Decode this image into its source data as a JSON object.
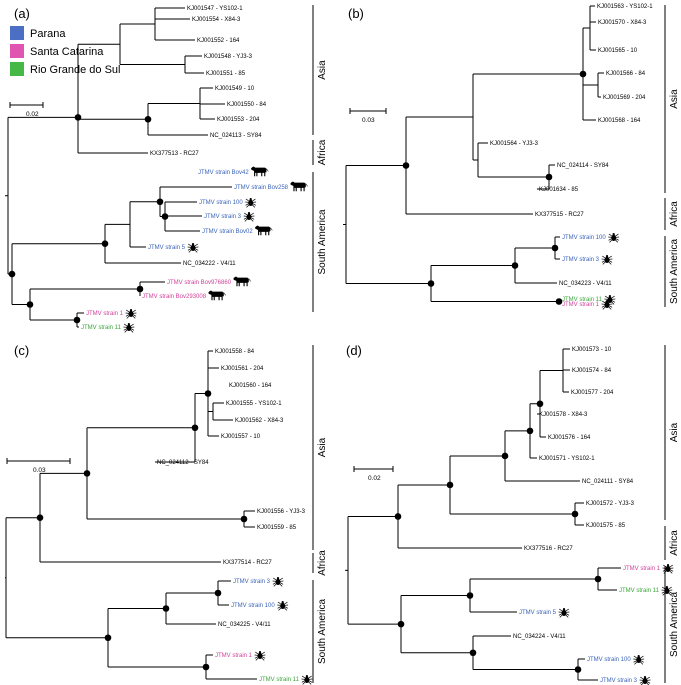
{
  "colors": {
    "parana": "#3a63b8",
    "santa_catarina": "#d0419a",
    "rio_grande": "#3aa53a",
    "black": "#000000"
  },
  "legend": [
    {
      "label": "Parana",
      "color": "#4b6fc4"
    },
    {
      "label": "Santa Catarina",
      "color": "#e055b0"
    },
    {
      "label": "Rio Grande do Sul",
      "color": "#45b845"
    }
  ],
  "panels": [
    {
      "label": "(a)",
      "scale": "0.02",
      "regions": [
        "Asia",
        "Africa",
        "South America"
      ],
      "tips": [
        {
          "text": "KJ001547 - YS102-1",
          "color": "black",
          "icon": ""
        },
        {
          "text": "KJ001554 - X84-3",
          "color": "black",
          "icon": ""
        },
        {
          "text": "KJ001552 - 164",
          "color": "black",
          "icon": ""
        },
        {
          "text": "KJ001548 - YJ3-3",
          "color": "black",
          "icon": ""
        },
        {
          "text": "KJ001551 - 85",
          "color": "black",
          "icon": ""
        },
        {
          "text": "KJ001549 - 10",
          "color": "black",
          "icon": ""
        },
        {
          "text": "KJ001550 - 84",
          "color": "black",
          "icon": ""
        },
        {
          "text": "KJ001553 - 204",
          "color": "black",
          "icon": ""
        },
        {
          "text": "NC_024113 - SY84",
          "color": "black",
          "icon": ""
        },
        {
          "text": "KX377513 - RC27",
          "color": "black",
          "icon": ""
        },
        {
          "text": "JTMV strain Bov42",
          "color": "parana",
          "icon": "cow-icon"
        },
        {
          "text": "JTMV strain Bov258",
          "color": "parana",
          "icon": "cow-icon"
        },
        {
          "text": "JTMV strain 100",
          "color": "parana",
          "icon": "tick-icon"
        },
        {
          "text": "JTMV strain 3",
          "color": "parana",
          "icon": "tick-icon"
        },
        {
          "text": "JTMV strain Bov02",
          "color": "parana",
          "icon": "cow-icon"
        },
        {
          "text": "JTMV strain 5",
          "color": "parana",
          "icon": "tick-icon"
        },
        {
          "text": "NC_034222 - V4/11",
          "color": "black",
          "icon": ""
        },
        {
          "text": "JTMV strain Bov976860",
          "color": "santa_catarina",
          "icon": "cow-icon"
        },
        {
          "text": "JTMV strain Bov293008",
          "color": "santa_catarina",
          "icon": "cow-icon"
        },
        {
          "text": "JTMV strain 1",
          "color": "santa_catarina",
          "icon": "tick-icon"
        },
        {
          "text": "JTMV strain 11",
          "color": "rio_grande",
          "icon": "tick-icon"
        }
      ]
    },
    {
      "label": "(b)",
      "scale": "0.03",
      "regions": [
        "Asia",
        "Africa",
        "South America"
      ],
      "tips": [
        {
          "text": "KJ001563 - YS102-1",
          "color": "black",
          "icon": ""
        },
        {
          "text": "KJ001570 - X84-3",
          "color": "black",
          "icon": ""
        },
        {
          "text": "KJ001565 - 10",
          "color": "black",
          "icon": ""
        },
        {
          "text": "KJ001566 - 84",
          "color": "black",
          "icon": ""
        },
        {
          "text": "KJ001569 - 204",
          "color": "black",
          "icon": ""
        },
        {
          "text": "KJ001568 - 164",
          "color": "black",
          "icon": ""
        },
        {
          "text": "KJ001564 - YJ3-3",
          "color": "black",
          "icon": ""
        },
        {
          "text": "NC_024114 - SY84",
          "color": "black",
          "icon": ""
        },
        {
          "text": "KJ001634 - 85",
          "color": "black",
          "icon": ""
        },
        {
          "text": "KX377515 - RC27",
          "color": "black",
          "icon": ""
        },
        {
          "text": "JTMV strain 100",
          "color": "parana",
          "icon": "tick-icon"
        },
        {
          "text": "JTMV strain 3",
          "color": "parana",
          "icon": "tick-icon"
        },
        {
          "text": "NC_034223 - V4/11",
          "color": "black",
          "icon": ""
        },
        {
          "text": "JTMV strain 1",
          "color": "santa_catarina",
          "icon": "tick-icon"
        },
        {
          "text": "JTMV strain 11",
          "color": "rio_grande",
          "icon": "tick-icon"
        }
      ]
    },
    {
      "label": "(c)",
      "scale": "0.03",
      "regions": [
        "Asia",
        "Africa",
        "South America"
      ],
      "tips": [
        {
          "text": "KJ001558 - 84",
          "color": "black",
          "icon": ""
        },
        {
          "text": "KJ001561 - 204",
          "color": "black",
          "icon": ""
        },
        {
          "text": "KJ001560 - 164",
          "color": "black",
          "icon": ""
        },
        {
          "text": "KJ001555 - YS102-1",
          "color": "black",
          "icon": ""
        },
        {
          "text": "KJ001562 - X84-3",
          "color": "black",
          "icon": ""
        },
        {
          "text": "KJ001557 - 10",
          "color": "black",
          "icon": ""
        },
        {
          "text": "NC_024112 - SY84",
          "color": "black",
          "icon": ""
        },
        {
          "text": "KJ001556 - YJ3-3",
          "color": "black",
          "icon": ""
        },
        {
          "text": "KJ001559 - 85",
          "color": "black",
          "icon": ""
        },
        {
          "text": "KX377514 - RC27",
          "color": "black",
          "icon": ""
        },
        {
          "text": "JTMV strain 3",
          "color": "parana",
          "icon": "tick-icon"
        },
        {
          "text": "JTMV strain 100",
          "color": "parana",
          "icon": "tick-icon"
        },
        {
          "text": "NC_034225 - V4/11",
          "color": "black",
          "icon": ""
        },
        {
          "text": "JTMV strain 1",
          "color": "santa_catarina",
          "icon": "tick-icon"
        },
        {
          "text": "JTMV strain 11",
          "color": "rio_grande",
          "icon": "tick-icon"
        }
      ]
    },
    {
      "label": "(d)",
      "scale": "0.02",
      "regions": [
        "Asia",
        "Africa",
        "South America"
      ],
      "tips": [
        {
          "text": "KJ001573 - 10",
          "color": "black",
          "icon": ""
        },
        {
          "text": "KJ001574 - 84",
          "color": "black",
          "icon": ""
        },
        {
          "text": "KJ001577 - 204",
          "color": "black",
          "icon": ""
        },
        {
          "text": "KJ001578 - X84-3",
          "color": "black",
          "icon": ""
        },
        {
          "text": "KJ001576 - 164",
          "color": "black",
          "icon": ""
        },
        {
          "text": "KJ001571 - YS102-1",
          "color": "black",
          "icon": ""
        },
        {
          "text": "NC_024111 - SY84",
          "color": "black",
          "icon": ""
        },
        {
          "text": "KJ001572 - YJ3-3",
          "color": "black",
          "icon": ""
        },
        {
          "text": "KJ001575 - 85",
          "color": "black",
          "icon": ""
        },
        {
          "text": "KX377516 - RC27",
          "color": "black",
          "icon": ""
        },
        {
          "text": "JTMV strain 1",
          "color": "santa_catarina",
          "icon": "tick-icon"
        },
        {
          "text": "JTMV strain 11",
          "color": "rio_grande",
          "icon": "tick-icon"
        },
        {
          "text": "JTMV strain 5",
          "color": "parana",
          "icon": "tick-icon"
        },
        {
          "text": "NC_034224 - V4/11",
          "color": "black",
          "icon": ""
        },
        {
          "text": "JTMV strain 100",
          "color": "parana",
          "icon": "tick-icon"
        },
        {
          "text": "JTMV strain 3",
          "color": "parana",
          "icon": "tick-icon"
        }
      ]
    }
  ]
}
